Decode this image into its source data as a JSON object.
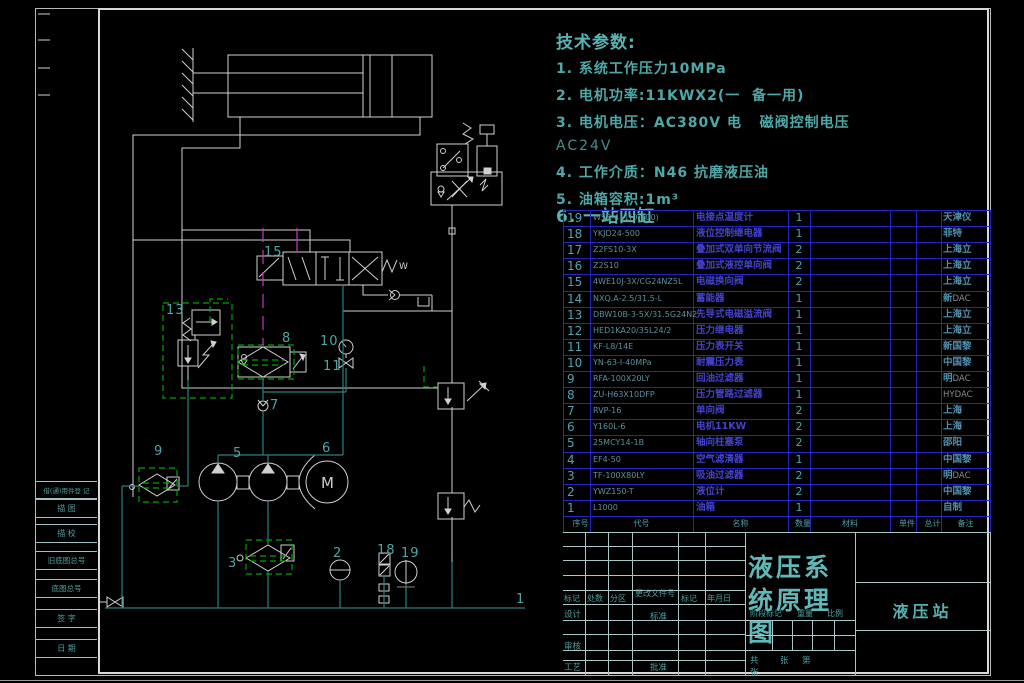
{
  "colors": {
    "background": "#000000",
    "line_white": "#d0d0d0",
    "line_teal": "#2c7f7f",
    "line_green": "#00a300",
    "line_magenta": "#c238c2",
    "table_grid_blue": "#2424c0",
    "label_cyan": "#4da6a6",
    "text_teal": "#4fa8a8",
    "name_blue": "#4343cf"
  },
  "tech_params": {
    "title": "技术参数:",
    "lines": [
      "1. 系统工作压力10MPa",
      "2. 电机功率:11KWX2(一  备一用)",
      "3. 电机电压：AC380V 电   磁阀控制电压",
      "AC24V",
      "4. 工作介质：N46 抗磨液压油",
      "5. 油箱容积:1m³",
      "6. 一站四缸"
    ]
  },
  "parts_table": {
    "headers": {
      "seq": "序号",
      "code": "代号",
      "name": "名称",
      "qty": "数量",
      "material": "材料",
      "unit": "单件",
      "total": "总计",
      "remark": "备注"
    },
    "rows": [
      {
        "seq": "19",
        "code": "WSS-411(0-100)",
        "name": "电接点温度计",
        "qty": "1",
        "remark": "天津仪",
        "remark_alt": ""
      },
      {
        "seq": "18",
        "code": "YKJD24-500",
        "name": "液位控制继电器",
        "qty": "1",
        "remark": "菲特",
        "remark_alt": ""
      },
      {
        "seq": "17",
        "code": "Z2FS10-3X",
        "name": "叠加式双单向节流阀",
        "qty": "2",
        "remark": "上海立",
        "remark_alt": ""
      },
      {
        "seq": "16",
        "code": "Z2S10",
        "name": "叠加式液控单向阀",
        "qty": "2",
        "remark": "上海立",
        "remark_alt": ""
      },
      {
        "seq": "15",
        "code": "4WE10J-3X/CG24NZ5L",
        "name": "电磁换向阀",
        "qty": "2",
        "remark": "上海立",
        "remark_alt": ""
      },
      {
        "seq": "14",
        "code": "NXQ.A-2.5/31.5-L",
        "name": "蓄能器",
        "qty": "1",
        "remark": "新",
        "remark_alt": "DAC"
      },
      {
        "seq": "13",
        "code": "DBW10B-3-5X/31.5G24NZ5L",
        "name": "先导式电磁溢流阀",
        "qty": "1",
        "remark": "上海立",
        "remark_alt": ""
      },
      {
        "seq": "12",
        "code": "HED1KA20/35L24/2",
        "name": "压力继电器",
        "qty": "1",
        "remark": "上海立",
        "remark_alt": ""
      },
      {
        "seq": "11",
        "code": "KF-L8/14E",
        "name": "压力表开关",
        "qty": "1",
        "remark": "新国黎",
        "remark_alt": ""
      },
      {
        "seq": "10",
        "code": "YN-63-I-40MPa",
        "name": "耐震压力表",
        "qty": "1",
        "remark": "中国黎",
        "remark_alt": ""
      },
      {
        "seq": "9",
        "code": "RFA-100X20LY",
        "name": "回油过滤器",
        "qty": "1",
        "remark": "明",
        "remark_alt": "DAC"
      },
      {
        "seq": "8",
        "code": "ZU-H63X10DFP",
        "name": "压力管路过滤器",
        "qty": "1",
        "remark": "",
        "remark_alt": "HYDAC"
      },
      {
        "seq": "7",
        "code": "RVP-16",
        "name": "单向阀",
        "qty": "2",
        "remark": "上海",
        "remark_alt": ""
      },
      {
        "seq": "6",
        "code": "Y160L-6",
        "name": "电机11KW",
        "qty": "2",
        "remark": "上海",
        "remark_alt": ""
      },
      {
        "seq": "5",
        "code": "25MCY14-1B",
        "name": "轴向柱塞泵",
        "qty": "2",
        "remark": "邵阳",
        "remark_alt": ""
      },
      {
        "seq": "4",
        "code": "EF4-50",
        "name": "空气滤清器",
        "qty": "1",
        "remark": "中国黎",
        "remark_alt": ""
      },
      {
        "seq": "3",
        "code": "TF-100X80LY",
        "name": "吸油过滤器",
        "qty": "2",
        "remark": "明",
        "remark_alt": "DAC"
      },
      {
        "seq": "2",
        "code": "YWZ150-T",
        "name": "液位计",
        "qty": "2",
        "remark": "中国黎",
        "remark_alt": ""
      },
      {
        "seq": "1",
        "code": "L1000",
        "name": "油箱",
        "qty": "1",
        "remark": "自制",
        "remark_alt": ""
      }
    ]
  },
  "title_block": {
    "title": "液压系统原理图",
    "station": "液压站",
    "mark": "标记",
    "count": "处数",
    "zone": "分区",
    "change_file": "更改文件号",
    "mark2": "标记",
    "date_col": "年月日",
    "design": "设计",
    "standard": "标准",
    "audit": "审核",
    "process": "工艺",
    "approve": "批准",
    "stage_mark": "阶段标记",
    "weight": "重量",
    "scale": "比例",
    "total": "共",
    "sheets": "张",
    "page": "第",
    "pages": "张"
  },
  "margin_strip": {
    "labels": [
      "借(通)用件登 记",
      "描 图",
      "描 校",
      "旧底图总号",
      "底图总号",
      "签 字",
      "日 期"
    ]
  },
  "schematic": {
    "motor_letter": "M",
    "spring_letter": "W",
    "labels": [
      "15",
      "13",
      "8",
      "10",
      "11",
      "7",
      "9",
      "5",
      "6",
      "3",
      "2",
      "18",
      "19",
      "1"
    ]
  }
}
